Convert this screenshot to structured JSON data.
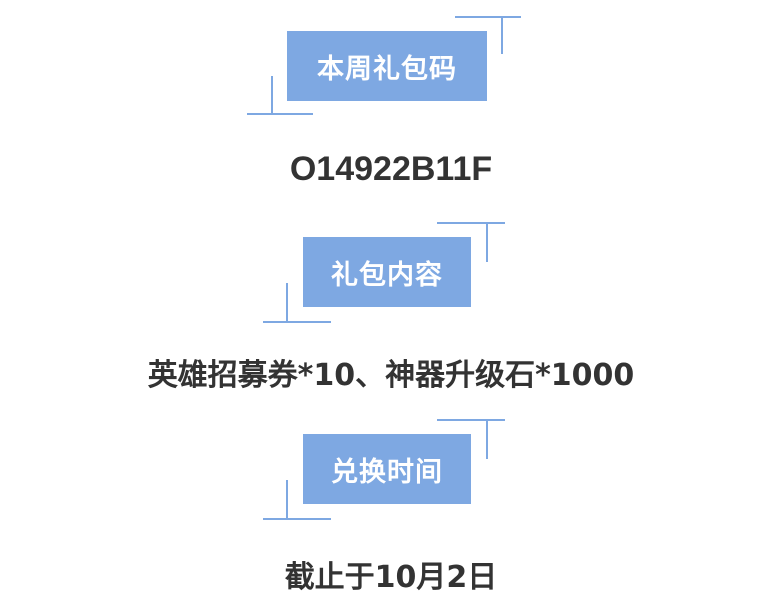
{
  "sections": [
    {
      "label": "本周礼包码",
      "value": "O14922B11F"
    },
    {
      "label": "礼包内容",
      "value": "英雄招募券*10、神器升级石*1000"
    },
    {
      "label": "兑换时间",
      "value": "截止于10月2日"
    }
  ],
  "colors": {
    "accent": "#7ea8e2",
    "label_text": "#ffffff",
    "value_text": "#333333",
    "background": "#ffffff"
  }
}
